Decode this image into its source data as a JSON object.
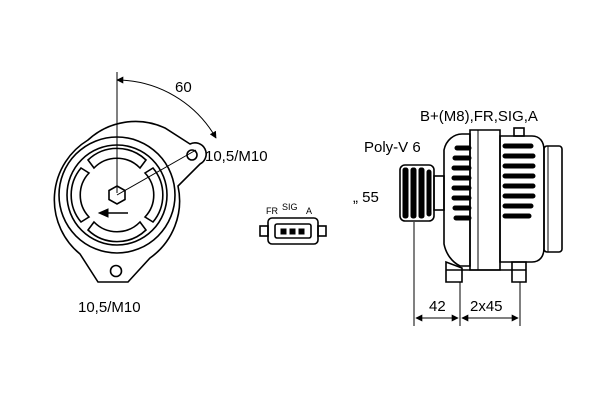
{
  "front_view": {
    "angle_dim": "60",
    "mount_top": "10,5/M10",
    "mount_bottom": "10,5/M10"
  },
  "connector": {
    "pin_fr": "FR",
    "pin_sig": "SIG",
    "pin_a": "A"
  },
  "side_view": {
    "terminals": "B+(M8),FR,SIG,A",
    "pulley": "Poly-V 6",
    "pulley_diameter": "„ 55",
    "dim_42": "42",
    "dim_2x45": "2x45"
  }
}
